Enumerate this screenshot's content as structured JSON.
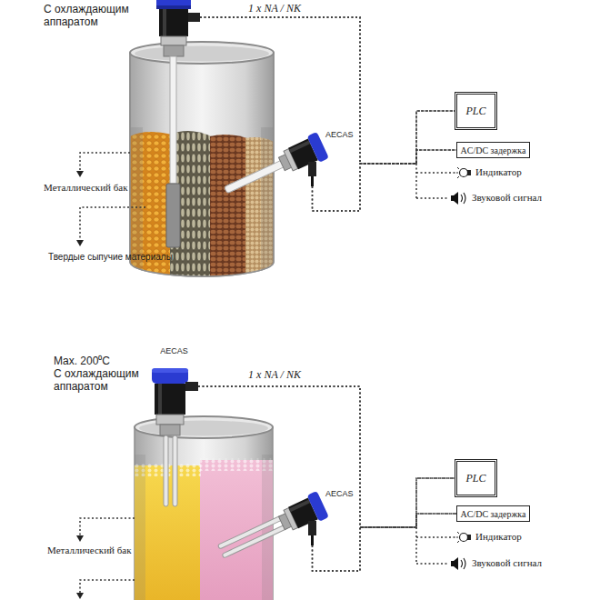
{
  "diagram": {
    "nodes": [
      {
        "text": [
          "С охлаждающим аппаратом"
        ]
      },
      {
        "text": [
          "AECAS"
        ]
      },
      {
        "text": [
          "PLC"
        ]
      },
      {
        "text": [
          "AC/DC задержка"
        ]
      },
      {
        "text": [
          "AECAS",
          "Max. 200⁰C",
          "С охлаждающим аппаратом"
        ]
      },
      {
        "text": [
          "AECAS"
        ]
      },
      {
        "text": [
          "PLC"
        ]
      },
      {
        "text": [
          "AC/DC задержка"
        ]
      }
    ],
    "edges": [
      {
        "from": 0,
        "to": 2,
        "arrow": "none"
      },
      {
        "from": 0,
        "to": 3,
        "arrow": "none"
      },
      {
        "from": 1,
        "to": 2,
        "arrow": "none"
      },
      {
        "from": 1,
        "to": 3,
        "arrow": "none"
      },
      {
        "from": 4,
        "to": 6,
        "arrow": "none"
      },
      {
        "from": 4,
        "to": 7,
        "arrow": "none"
      },
      {
        "from": 5,
        "to": 6,
        "arrow": "none"
      },
      {
        "from": 5,
        "to": 7,
        "arrow": "none"
      }
    ],
    "labels": [
      "1 x NA / NK",
      "Металлический бак",
      "Индикатор",
      "Звуковой сигнал",
      "Твердые сыпучие материалы",
      "1 x NA / NK",
      "Металлический бак",
      "Индикатор",
      "Звуковой сигнал"
    ]
  }
}
